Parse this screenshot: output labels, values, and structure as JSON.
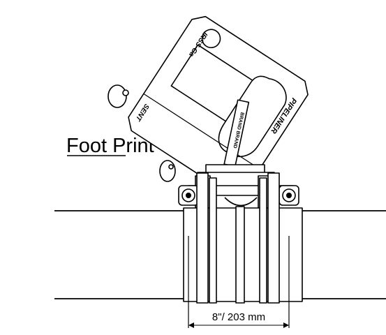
{
  "title": "Foot Print",
  "dimension_label": "8\"/ 203 mm",
  "frame_labels": {
    "model": "IRSS-Ga",
    "brand": "PIPELINER",
    "lower": "SENT",
    "handle": "BRAND BRAND"
  }
}
